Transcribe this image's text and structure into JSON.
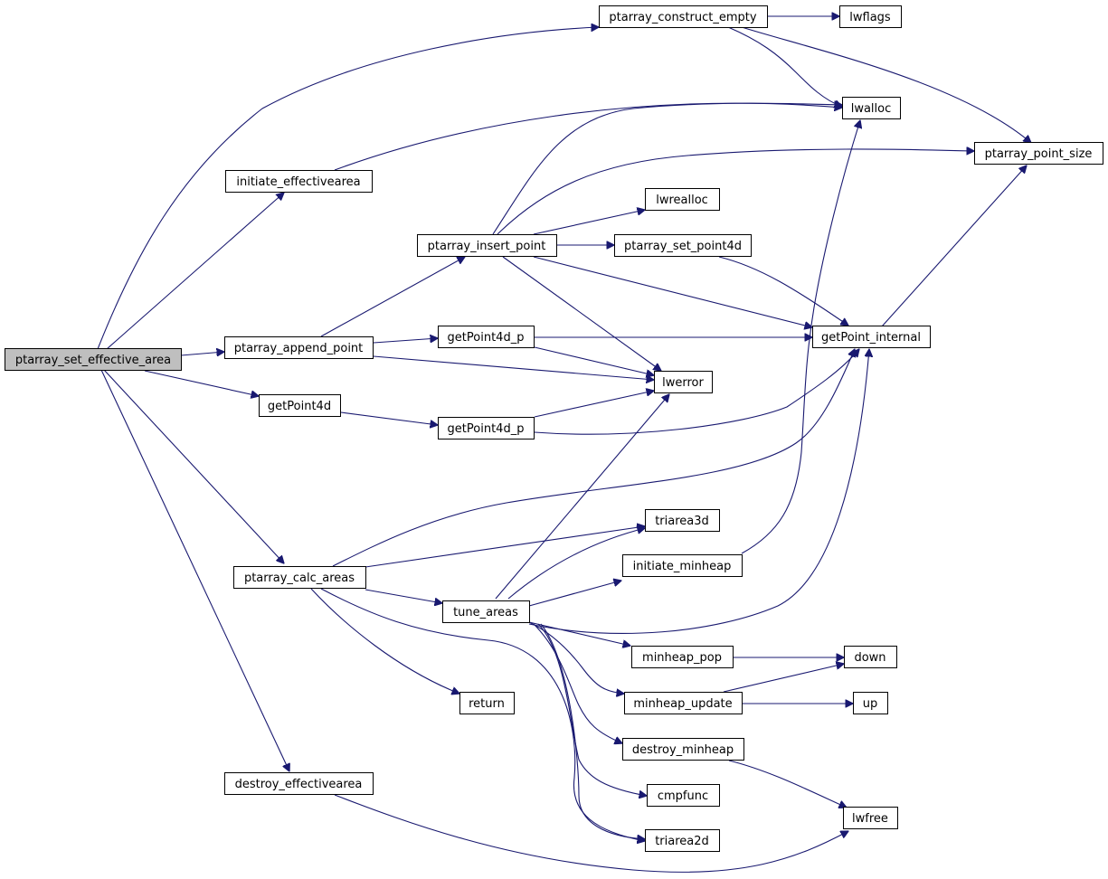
{
  "diagram": {
    "edge_color": "#191970",
    "root_fill": "#bfbfbf",
    "nodes": {
      "ptarray_set_effective_area": "ptarray_set_effective_area",
      "ptarray_construct_empty": "ptarray_construct_empty",
      "lwflags": "lwflags",
      "lwalloc": "lwalloc",
      "ptarray_point_size": "ptarray_point_size",
      "initiate_effectivearea": "initiate_effectivearea",
      "lwrealloc": "lwrealloc",
      "ptarray_insert_point": "ptarray_insert_point",
      "ptarray_set_point4d": "ptarray_set_point4d",
      "ptarray_append_point": "ptarray_append_point",
      "getPoint4d_p_1": "getPoint4d_p",
      "getPoint_internal": "getPoint_internal",
      "lwerror": "lwerror",
      "getPoint4d": "getPoint4d",
      "getPoint4d_p_2": "getPoint4d_p",
      "triarea3d": "triarea3d",
      "initiate_minheap": "initiate_minheap",
      "ptarray_calc_areas": "ptarray_calc_areas",
      "tune_areas": "tune_areas",
      "minheap_pop": "minheap_pop",
      "down": "down",
      "return": "return",
      "minheap_update": "minheap_update",
      "up": "up",
      "destroy_minheap": "destroy_minheap",
      "destroy_effectivearea": "destroy_effectivearea",
      "cmpfunc": "cmpfunc",
      "lwfree": "lwfree",
      "triarea2d": "triarea2d"
    }
  }
}
